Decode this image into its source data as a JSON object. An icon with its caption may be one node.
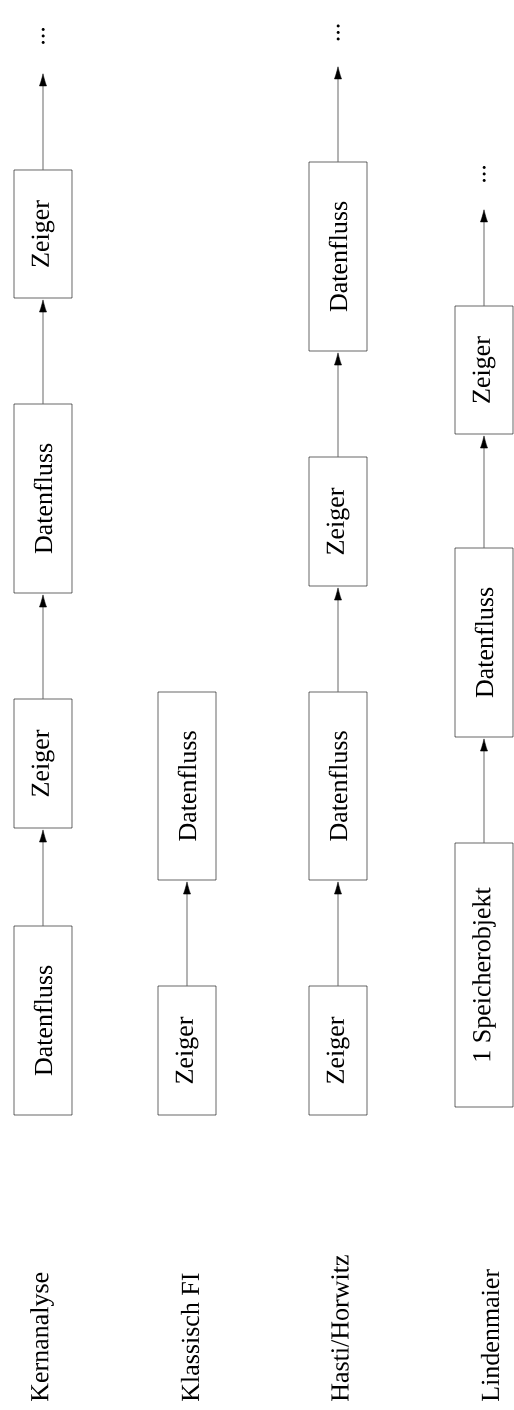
{
  "diagram": {
    "nodes": [
      {
        "text": [
          "Datenfluss"
        ]
      },
      {
        "text": [
          "Zeiger"
        ]
      },
      {
        "text": [
          "Datenfluss"
        ]
      },
      {
        "text": [
          "Zeiger"
        ]
      },
      {
        "text": [
          "..."
        ]
      },
      {
        "text": [
          "Zeiger"
        ]
      },
      {
        "text": [
          "Datenfluss"
        ]
      },
      {
        "text": [
          "Zeiger"
        ]
      },
      {
        "text": [
          "Datenfluss"
        ]
      },
      {
        "text": [
          "Zeiger"
        ]
      },
      {
        "text": [
          "Datenfluss"
        ]
      },
      {
        "text": [
          "..."
        ]
      },
      {
        "text": [
          "1 Speicherobjekt"
        ]
      },
      {
        "text": [
          "Datenfluss"
        ]
      },
      {
        "text": [
          "Zeiger"
        ]
      },
      {
        "text": [
          "..."
        ]
      }
    ],
    "edges": [
      {
        "from": 0,
        "to": 1,
        "arrow": "to"
      },
      {
        "from": 1,
        "to": 2,
        "arrow": "to"
      },
      {
        "from": 2,
        "to": 3,
        "arrow": "to"
      },
      {
        "from": 3,
        "to": 4,
        "arrow": "to"
      },
      {
        "from": 5,
        "to": 6,
        "arrow": "to"
      },
      {
        "from": 7,
        "to": 8,
        "arrow": "to"
      },
      {
        "from": 8,
        "to": 9,
        "arrow": "to"
      },
      {
        "from": 9,
        "to": 10,
        "arrow": "to"
      },
      {
        "from": 10,
        "to": 11,
        "arrow": "to"
      },
      {
        "from": 12,
        "to": 13,
        "arrow": "to"
      },
      {
        "from": 13,
        "to": 14,
        "arrow": "to"
      },
      {
        "from": 14,
        "to": 15,
        "arrow": "to"
      }
    ],
    "labels": [
      "Kernanalyse",
      "Klassisch FI",
      "Hasti/Horwitz",
      "Lindenmaier"
    ]
  }
}
